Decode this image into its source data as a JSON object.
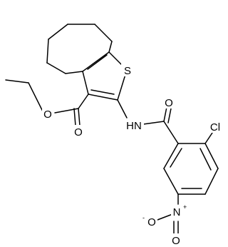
{
  "molecule": {
    "atoms": {
      "s1": "S",
      "o_ester_carbonyl": "O",
      "o_ester": "O",
      "nh": "HN",
      "o_amide": "O",
      "cl": "Cl",
      "n_nitro": "N",
      "n_nitro_charge": "+",
      "o_nitro_top": "O",
      "o_nitro_left": "O",
      "o_nitro_left_charge": "-"
    }
  }
}
